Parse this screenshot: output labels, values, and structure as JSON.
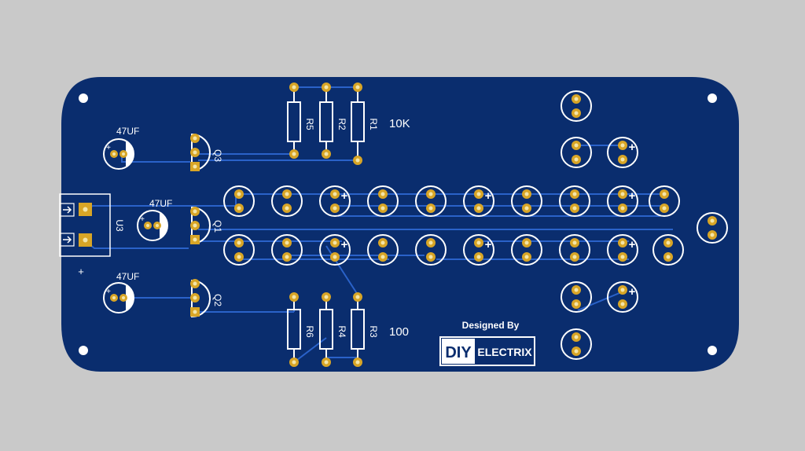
{
  "board": {
    "colors": {
      "background": "#c9c9c9",
      "board": "#0a2d6e",
      "trace": "#2a62c9",
      "silk": "#ffffff",
      "pad": "#d8a526",
      "pad_hole": "#f3e5a8",
      "logo_box": "#0a2d6e"
    }
  },
  "labels": {
    "c1_value": "47UF",
    "c2_value": "47UF",
    "c3_value": "47UF",
    "q3": "Q3",
    "q1": "Q1",
    "q2": "Q2",
    "u3": "U3",
    "r5": "R5",
    "r2": "R2",
    "r1": "R1",
    "r6": "R6",
    "r4": "R4",
    "r3": "R3",
    "top_resistor_value": "10K",
    "bottom_resistor_value": "100",
    "plus_sign": "+"
  },
  "credit": {
    "designed_by": "Designed By",
    "logo_part1": "DIY",
    "logo_part2": "ELECTRIX"
  }
}
